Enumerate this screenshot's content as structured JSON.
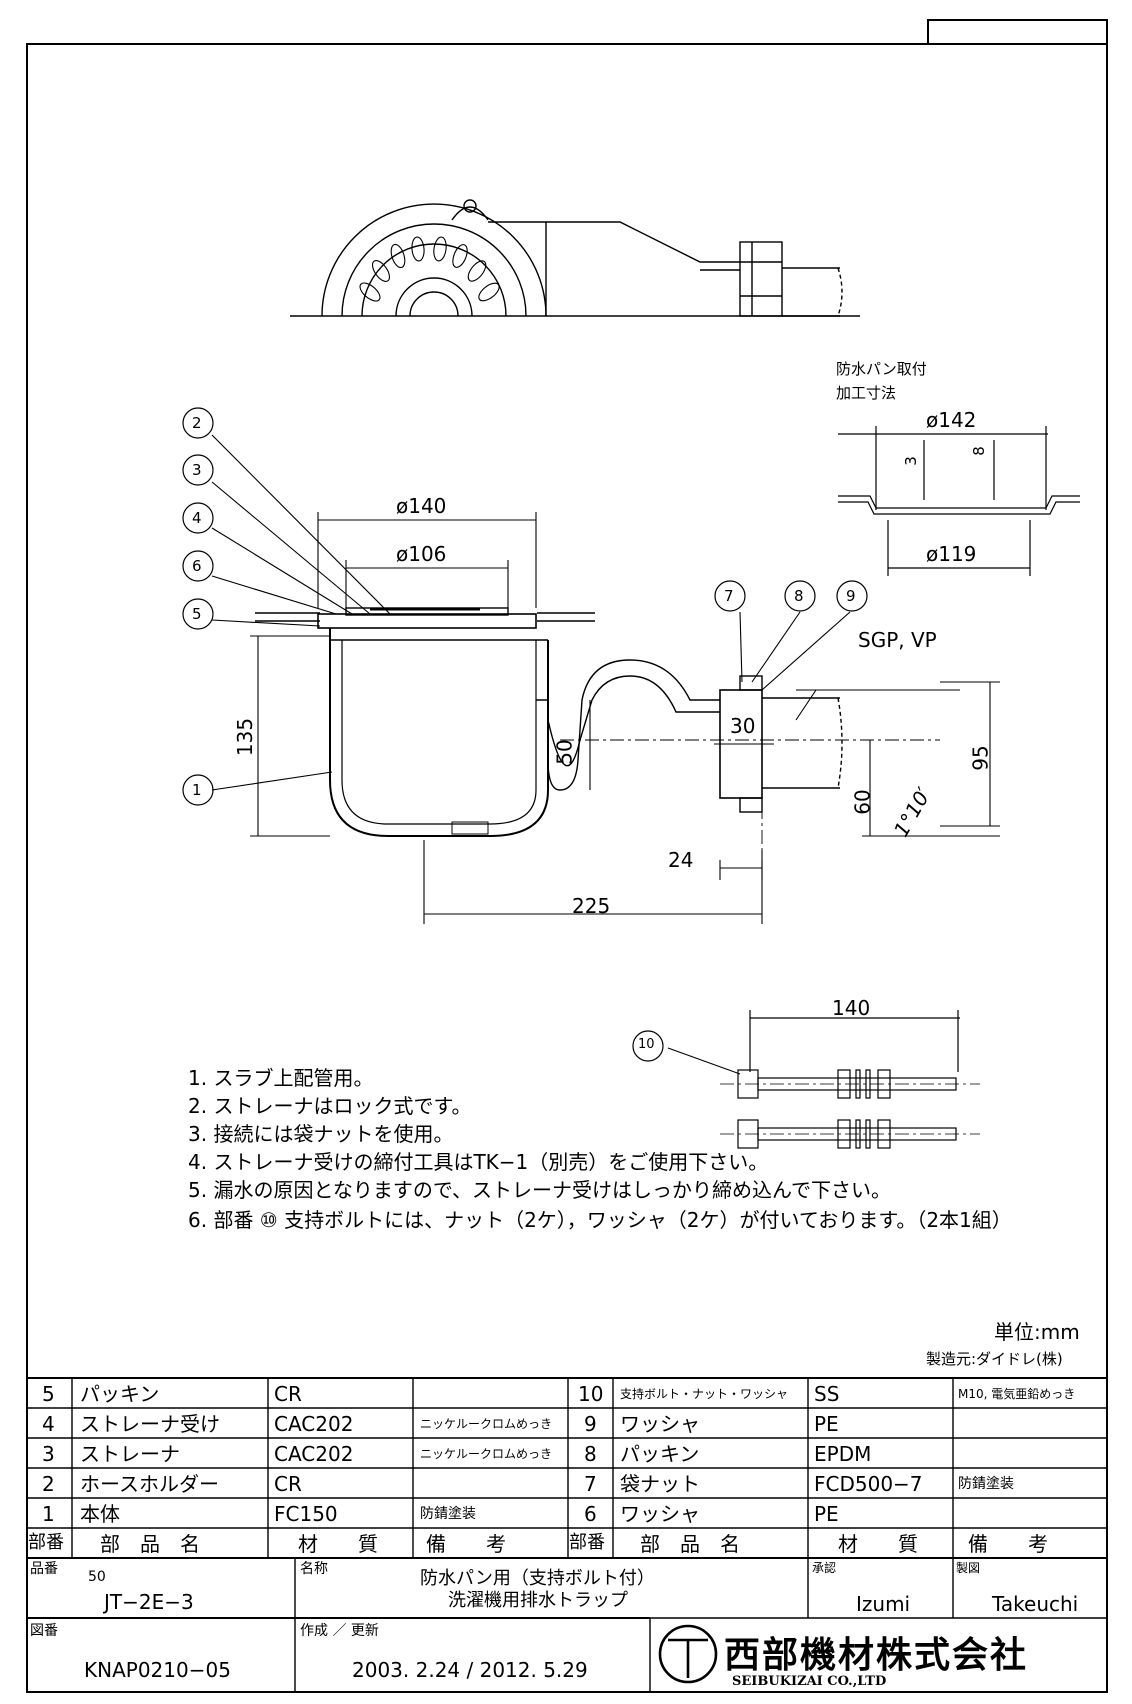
{
  "callouts": [
    "2",
    "3",
    "4",
    "6",
    "5",
    "1",
    "7",
    "8",
    "9",
    "10"
  ],
  "dimensions": {
    "phi140": "ø140",
    "phi106": "ø106",
    "d135": "135",
    "d50": "50",
    "d30": "30",
    "d60": "60",
    "d95": "95",
    "slope": "1°10′",
    "d24": "24",
    "d225": "225",
    "pipe": "SGP, VP",
    "bolt140": "140",
    "pan_title_1": "防水パン取付",
    "pan_title_2": "加工寸法",
    "phi142": "ø142",
    "d3": "3",
    "d8": "8",
    "phi119": "ø119"
  },
  "notes": [
    "1. スラブ上配管用。",
    "2. ストレーナはロック式です。",
    "3. 接続には袋ナットを使用。",
    "4. ストレーナ受けの締付工具はTK−1（別売）をご使用下さい。",
    "5. 漏水の原因となりますので、ストレーナ受けはしっかり締め込んで下さい。",
    "6. 部番 ⑩ 支持ボルトには、ナット（2ケ），ワッシャ（2ケ）が付いております。（2本1組）"
  ],
  "unit": "単位:mm",
  "maker": "製造元:ダイドレ(株)",
  "parts_left": [
    {
      "no": "5",
      "name": "パッキン",
      "material": "CR",
      "remark": ""
    },
    {
      "no": "4",
      "name": "ストレーナ受け",
      "material": "CAC202",
      "remark": "ニッケルークロムめっき"
    },
    {
      "no": "3",
      "name": "ストレーナ",
      "material": "CAC202",
      "remark": "ニッケルークロムめっき"
    },
    {
      "no": "2",
      "name": "ホースホルダー",
      "material": "CR",
      "remark": ""
    },
    {
      "no": "1",
      "name": "本体",
      "material": "FC150",
      "remark": "防錆塗装"
    }
  ],
  "parts_right": [
    {
      "no": "10",
      "name": "支持ボルト・ナット・ワッシャ",
      "material": "SS",
      "remark": "M10, 電気亜鉛めっき"
    },
    {
      "no": "9",
      "name": "ワッシャ",
      "material": "PE",
      "remark": ""
    },
    {
      "no": "8",
      "name": "パッキン",
      "material": "EPDM",
      "remark": ""
    },
    {
      "no": "7",
      "name": "袋ナット",
      "material": "FCD500−7",
      "remark": "防錆塗装"
    },
    {
      "no": "6",
      "name": "ワッシャ",
      "material": "PE",
      "remark": ""
    }
  ],
  "header": {
    "no": "部番",
    "name": "部　品　名",
    "material": "材　　質",
    "remark": "備　　考"
  },
  "title_block": {
    "part_no_label": "品番",
    "part_no_1": "50",
    "part_no_2": "JT−2E−3",
    "name_label": "名称",
    "name_1": "防水パン用（支持ボルト付）",
    "name_2": "洗濯機用排水トラップ",
    "approve_label": "承認",
    "approver": "Izumi",
    "draw_label": "製図",
    "drafter": "Takeuchi",
    "drawing_no_label": "図番",
    "drawing_no": "KNAP0210−05",
    "date_label": "作成 ／ 更新",
    "dates": "2003. 2.24 / 2012. 5.29",
    "company": "西部機材株式会社",
    "company_en": "SEIBUKIZAI CO.,LTD"
  }
}
